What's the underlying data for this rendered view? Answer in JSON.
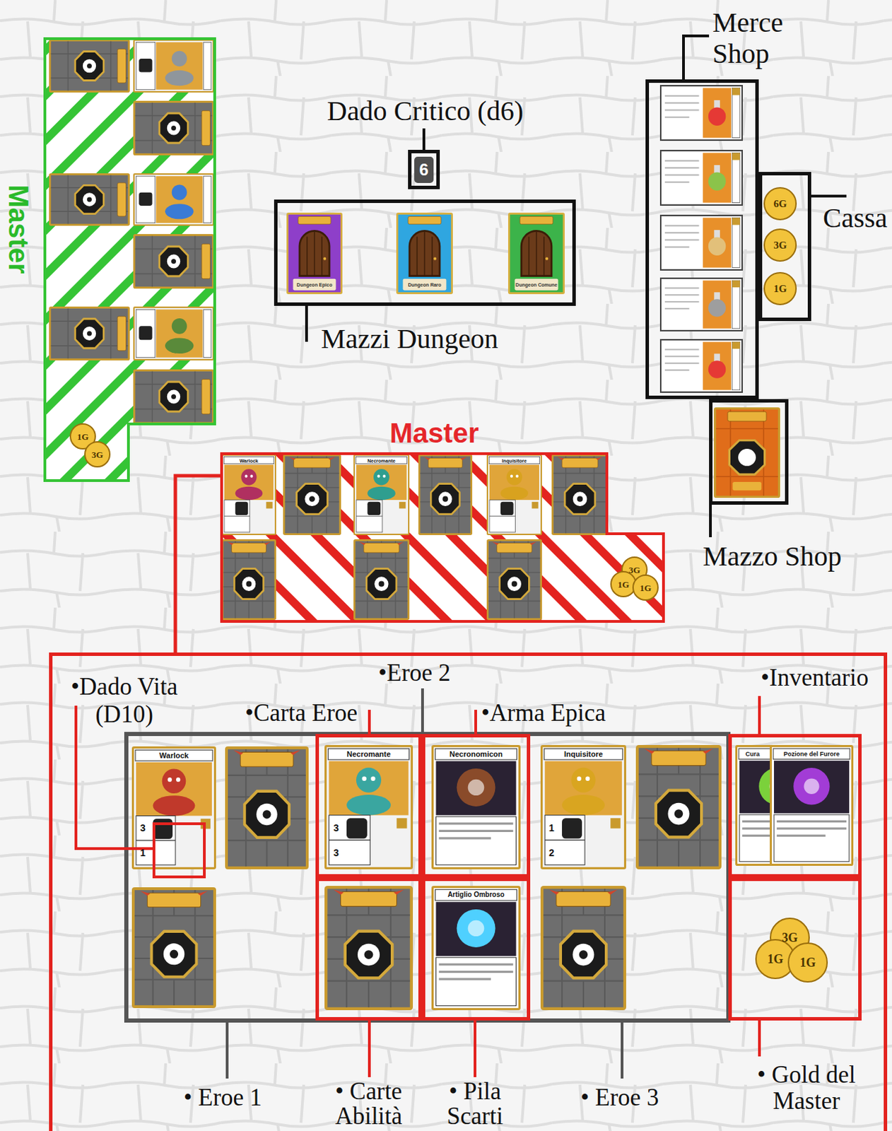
{
  "diagram": {
    "nodes": [
      {
        "text": [
          "Master"
        ]
      },
      {
        "text": [
          "Dado Critico (d6)",
          "6"
        ]
      },
      {
        "text": [
          "Mazzi Dungeon"
        ]
      },
      {
        "text": [
          "Merce Shop"
        ]
      },
      {
        "text": [
          "Cassa"
        ]
      },
      {
        "text": [
          "Mazzo Shop"
        ]
      },
      {
        "text": [
          "Master"
        ]
      },
      {
        "text": [
          "•Eroe 2",
          "• Eroe 1",
          "• Eroe 3"
        ]
      },
      {
        "text": [
          "•Dado Vita (D10)"
        ],
        "in": 7
      },
      {
        "text": [
          "•Carta Eroe"
        ],
        "in": 7
      },
      {
        "text": [
          "•Arma Epica"
        ],
        "in": 7
      },
      {
        "text": [
          "•Inventario"
        ],
        "in": 7
      },
      {
        "text": [
          "• Carte Abilità"
        ],
        "in": 7
      },
      {
        "text": [
          "• Pila Scarti"
        ],
        "in": 7
      },
      {
        "text": [
          "• Gold del Master"
        ],
        "in": 7
      }
    ],
    "edges": [
      {
        "from": 6,
        "to": 7,
        "arrow": "none"
      }
    ],
    "labels": [
      "Warlock",
      "Necromante",
      "Inquisitore",
      "Warlock",
      "3",
      "1",
      "Necromante",
      "3",
      "3",
      "Necronomicon",
      "Inquisitore",
      "1",
      "2",
      "Cura",
      "Pozione del Furore",
      "Artiglio Ombroso",
      "Dungeon Epico",
      "Dungeon Raro",
      "Dungeon Comune",
      "6G",
      "3G",
      "1G",
      "1G",
      "3G",
      "3G",
      "1G",
      "1G",
      "3G",
      "1G",
      "1G"
    ]
  }
}
